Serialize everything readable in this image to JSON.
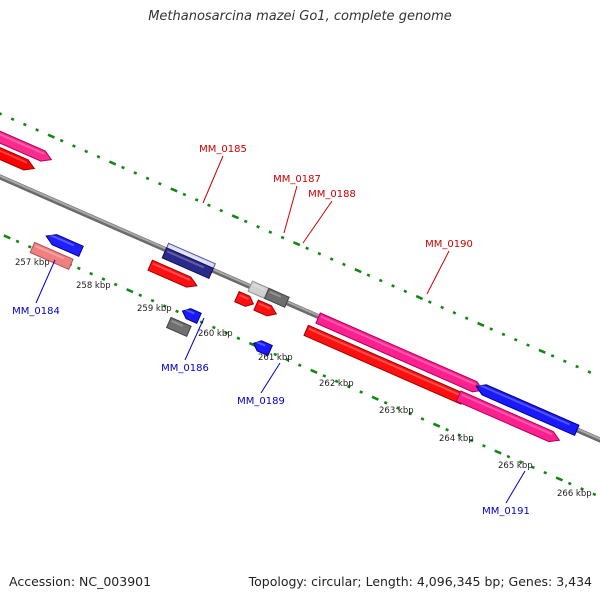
{
  "title": "Methanosarcina mazei Go1, complete genome",
  "footer": {
    "accession": "Accession: NC_003901",
    "stats": "Topology: circular; Length: 4,096,345 bp; Genes: 3,434"
  },
  "colors": {
    "forward_label": "#cc0000",
    "reverse_label": "#0000cc",
    "backbone": "#808080",
    "tick": "#008000"
  },
  "scale_labels": [
    "257 kbp",
    "258 kbp",
    "259 kbp",
    "260 kbp",
    "261 kbp",
    "262 kbp",
    "263 kbp",
    "264 kbp",
    "265 kbp",
    "266 kbp"
  ],
  "gene_labels": [
    {
      "name": "MM_0184",
      "strand": "reverse"
    },
    {
      "name": "MM_0185",
      "strand": "forward"
    },
    {
      "name": "MM_0186",
      "strand": "reverse"
    },
    {
      "name": "MM_0187",
      "strand": "forward"
    },
    {
      "name": "MM_0188",
      "strand": "forward"
    },
    {
      "name": "MM_0189",
      "strand": "reverse"
    },
    {
      "name": "MM_0190",
      "strand": "forward"
    },
    {
      "name": "MM_0191",
      "strand": "reverse"
    }
  ]
}
